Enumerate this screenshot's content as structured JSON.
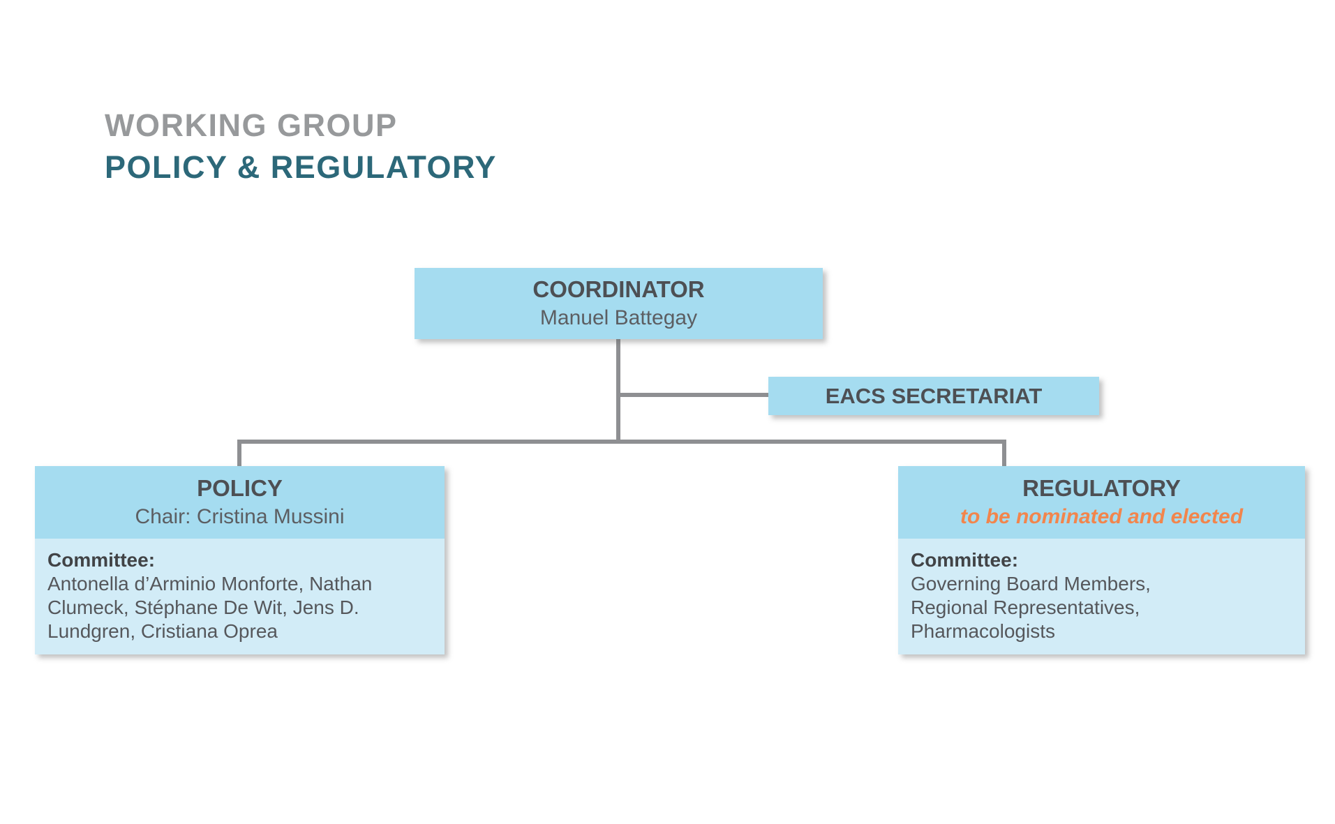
{
  "title": {
    "line1": "WORKING GROUP",
    "line2": "POLICY & REGULATORY"
  },
  "coordinator": {
    "title": "COORDINATOR",
    "name": "Manuel Battegay"
  },
  "secretariat": {
    "title": "EACS SECRETARIAT"
  },
  "policy": {
    "title": "POLICY",
    "chair": "Chair: Cristina Mussini",
    "committee_label": "Committee:",
    "committee_members": "Antonella d’Arminio Monforte, Nathan Clumeck, Stéphane De Wit, Jens D. Lundgren, Cristiana Oprea"
  },
  "regulatory": {
    "title": "REGULATORY",
    "status": "to be nominated and elected",
    "committee_label": "Committee:",
    "committee_members": "Governing Board Members,\nRegional Representatives,\nPharmacologists"
  },
  "colors": {
    "header_blue": "#a5dcf0",
    "body_blue": "#d2ecf7",
    "line_gray": "#8e8f92",
    "title_gray": "#97999b",
    "title_teal": "#2c6879",
    "accent_orange": "#f2854c"
  }
}
